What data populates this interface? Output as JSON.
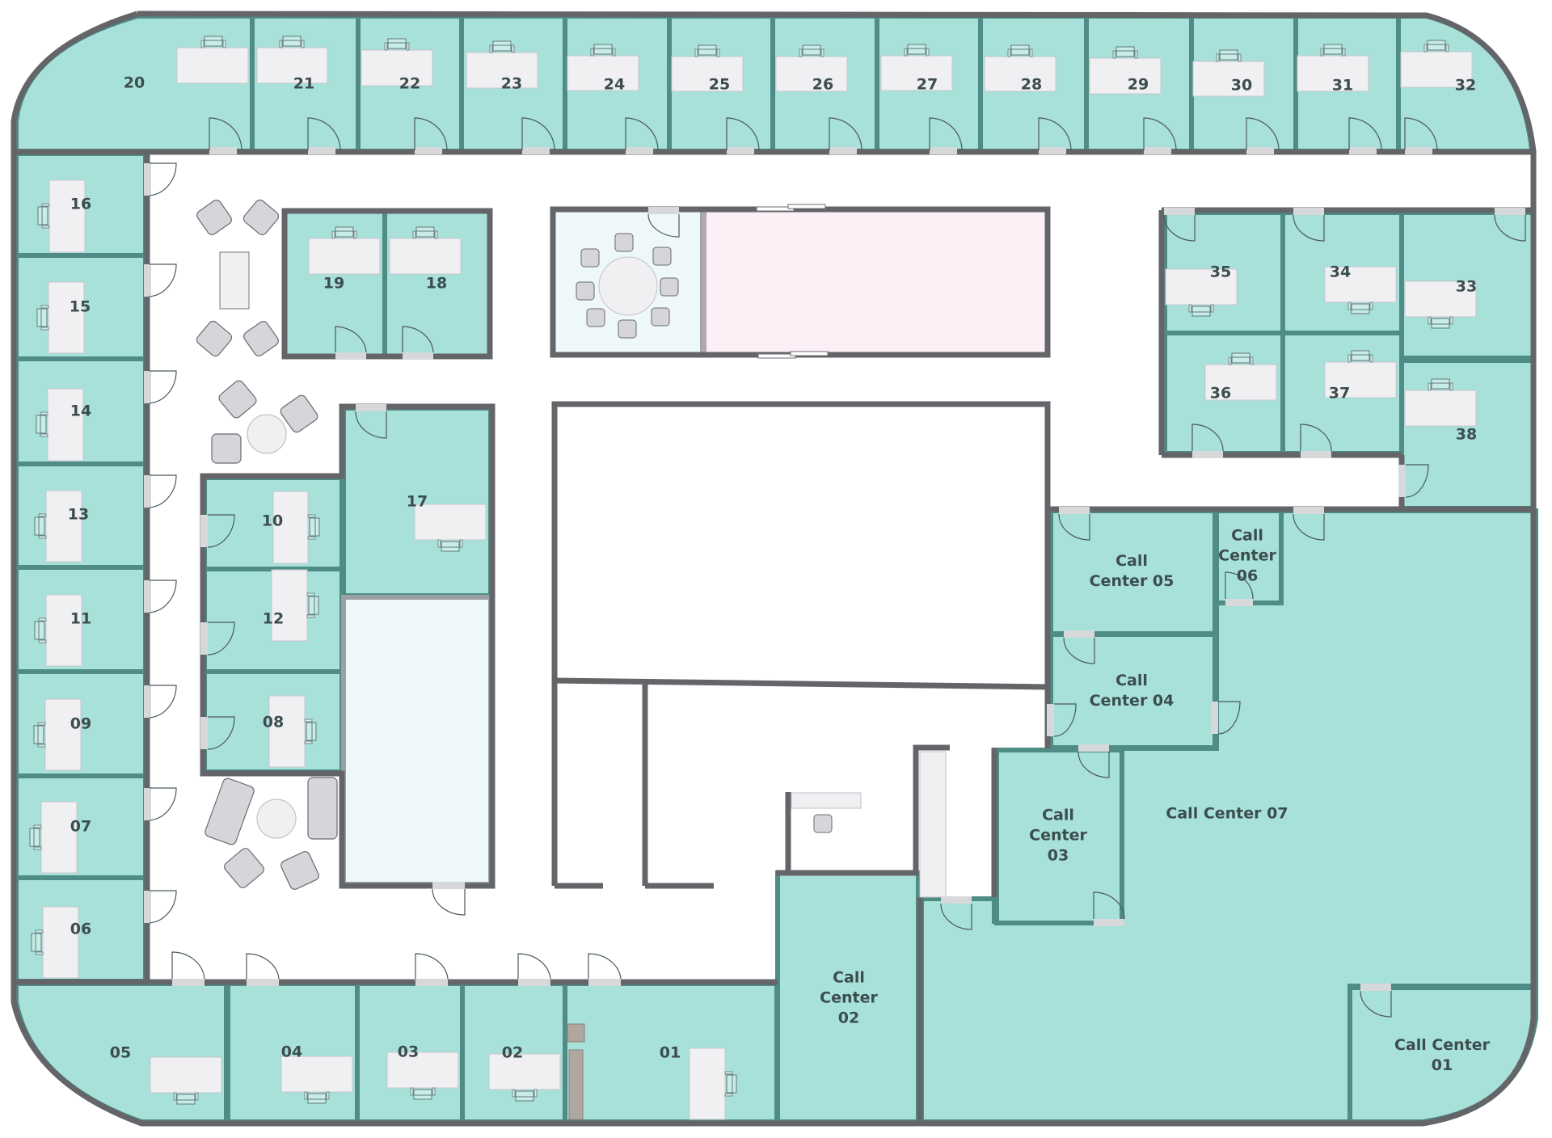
{
  "colors": {
    "room_fill": "#a8e0da",
    "room_border": "#4f8c85",
    "wall": "#636569",
    "corridor": "#ffffff",
    "desk": "#f0f0f2",
    "furniture": "#d6d6da",
    "meeting_room_fill": "#eef8fa",
    "pink_room_fill": "#fcf0f6",
    "storage_fill": "#b0a89f",
    "label": "#3c4d50"
  },
  "rooms": {
    "r01": "01",
    "r02": "02",
    "r03": "03",
    "r04": "04",
    "r05": "05",
    "r06": "06",
    "r07": "07",
    "r08": "08",
    "r09": "09",
    "r10": "10",
    "r11": "11",
    "r12": "12",
    "r13": "13",
    "r14": "14",
    "r15": "15",
    "r16": "16",
    "r17": "17",
    "r18": "18",
    "r19": "19",
    "r20": "20",
    "r21": "21",
    "r22": "22",
    "r23": "23",
    "r24": "24",
    "r25": "25",
    "r26": "26",
    "r27": "27",
    "r28": "28",
    "r29": "29",
    "r30": "30",
    "r31": "31",
    "r32": "32",
    "r33": "33",
    "r34": "34",
    "r35": "35",
    "r36": "36",
    "r37": "37",
    "r38": "38",
    "cc01": "Call Center\n01",
    "cc02": "Call\nCenter\n02",
    "cc03": "Call\nCenter\n03",
    "cc04": "Call\nCenter 04",
    "cc05": "Call\nCenter 05",
    "cc06": "Call\nCenter\n06",
    "cc07": "Call Center 07"
  }
}
